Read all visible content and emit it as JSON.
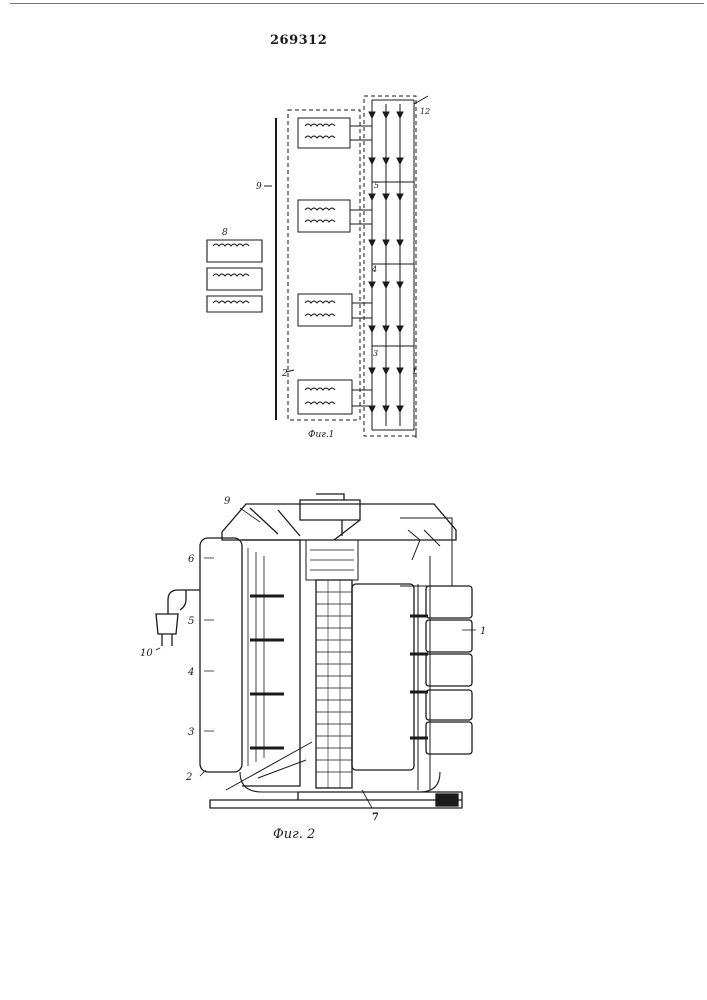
{
  "header": {
    "patent_number": "269312"
  },
  "figures": {
    "fig1": {
      "caption": "Фиг.1",
      "labels": {
        "l1": "1",
        "l2": "2",
        "l3": "3",
        "l4": "4",
        "l5": "5",
        "l8": "8",
        "l9": "9",
        "l12": "12"
      }
    },
    "fig2": {
      "caption": "Фиг. 2",
      "labels": {
        "l1": "1",
        "l2": "2",
        "l3": "3",
        "l4": "4",
        "l5": "5",
        "l6": "6",
        "l7": "7",
        "l9": "9",
        "l10": "10"
      }
    }
  },
  "colors": {
    "ink": "#1a1a1a",
    "paper": "#ffffff"
  }
}
